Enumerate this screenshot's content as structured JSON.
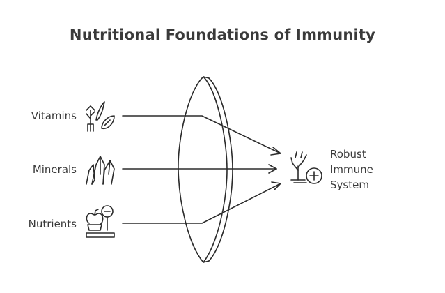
{
  "title": "Nutritional Foundations of Immunity",
  "inputs": [
    {
      "label": "Vitamins",
      "icon": "plant-leaf-icon"
    },
    {
      "label": "Minerals",
      "icon": "crystal-icon"
    },
    {
      "label": "Nutrients",
      "icon": "apple-scale-icon"
    }
  ],
  "lens": {
    "icon": "lens-shape"
  },
  "outcome": {
    "lines": [
      "Robust",
      "Immune",
      "System"
    ],
    "icon": "tree-shield-plus-icon"
  },
  "colors": {
    "stroke": "#2b2b2b",
    "text": "#3a3a3a"
  }
}
